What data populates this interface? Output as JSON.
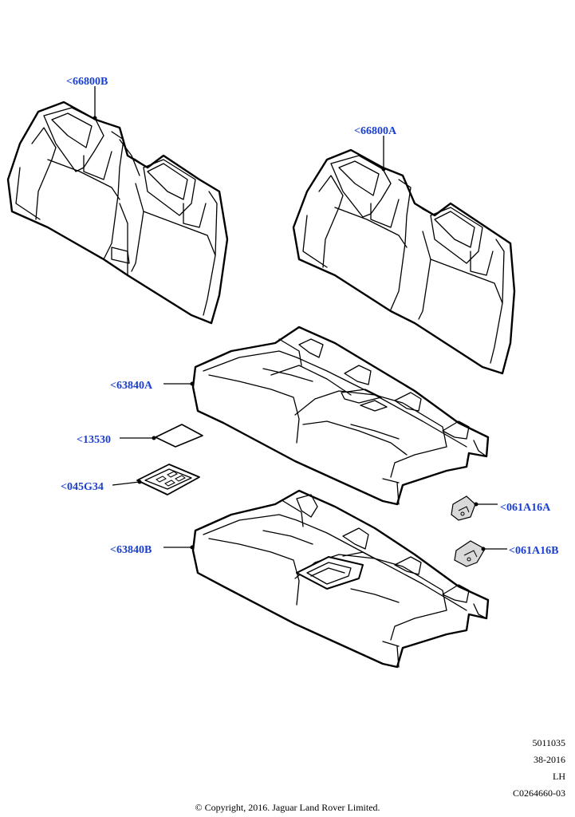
{
  "labels": {
    "seatback_left": "<66800B",
    "seatback_right": "<66800A",
    "cushion_upper": "<63840A",
    "pad_small": "<13530",
    "switch_bezel": "<045G34",
    "cushion_lower": "<63840B",
    "clip_a": "<061A16A",
    "clip_b": "<061A16B"
  },
  "meta": {
    "line1": "5011035",
    "line2": "38-2016",
    "line3": "LH",
    "line4": "C0264660-03"
  },
  "copyright": "© Copyright, 2016. Jaguar Land Rover Limited.",
  "colors": {
    "label": "#1a3fd0",
    "line": "#000000",
    "background": "#ffffff"
  }
}
